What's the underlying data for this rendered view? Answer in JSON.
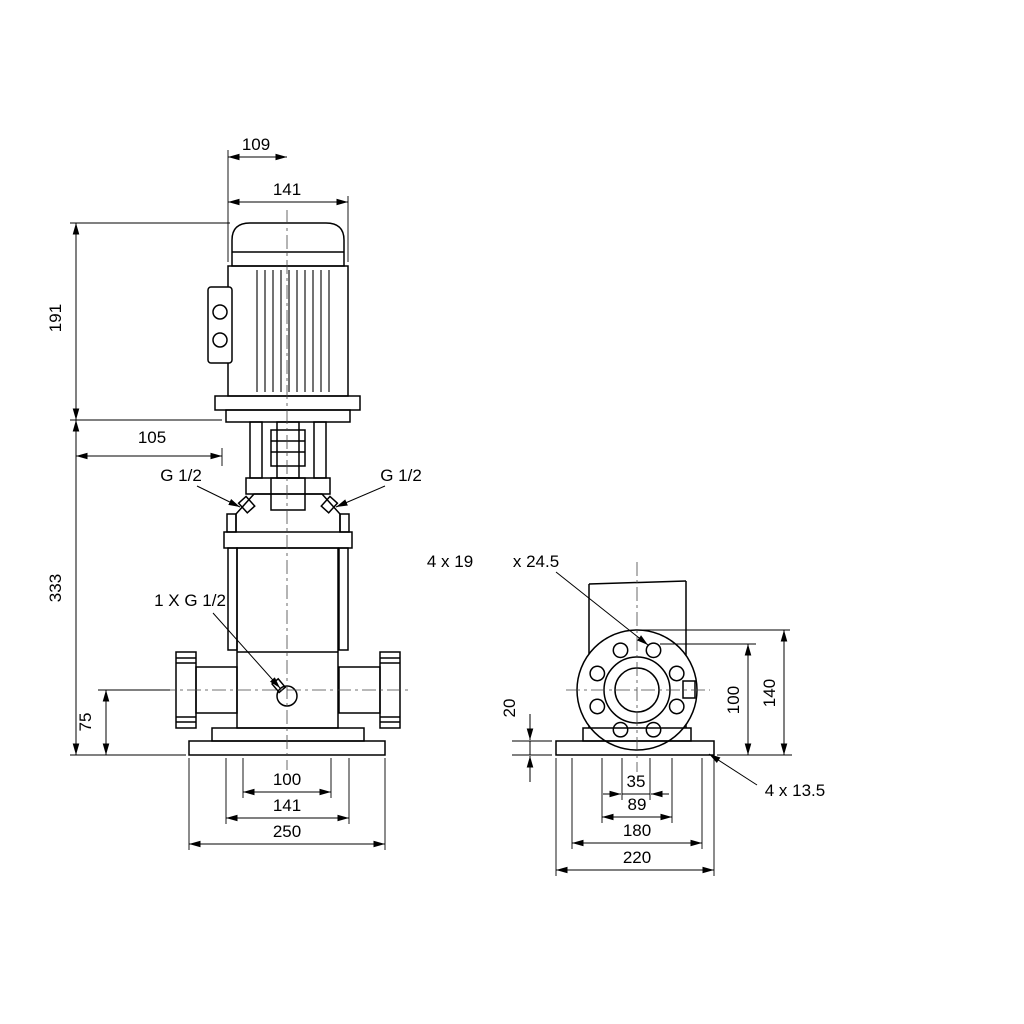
{
  "front_view": {
    "dims": {
      "top_width": "109",
      "motor_width": "141",
      "motor_height": "191",
      "head_offset": "105",
      "pump_height": "333",
      "port_height": "75",
      "port_flange_width": "100",
      "foot_width": "141",
      "base_width": "250"
    },
    "labels": {
      "gauge_port_left": "G 1/2",
      "gauge_port_right": "G 1/2",
      "drain_port": "1 X G 1/2"
    }
  },
  "side_view": {
    "dims": {
      "base_plate_height": "20",
      "port_center_height": "100",
      "flange_height": "140",
      "port_offset": "35",
      "flange_hub_width": "89",
      "bolt_hole_spacing": "180",
      "base_depth": "220"
    },
    "labels": {
      "flange_bolt_holes": "4 x 19",
      "flange_counterbore": "x 24.5",
      "base_bolt_holes": "4 x 13.5"
    }
  },
  "colors": {
    "line": "#000000",
    "background": "#ffffff"
  }
}
